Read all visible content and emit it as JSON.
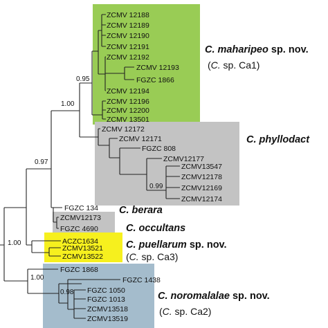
{
  "colors": {
    "green": "#99cc55",
    "gray": "#c3c3c3",
    "yellow": "#f6f01e",
    "blue": "#a4bccc"
  },
  "clades": {
    "maharipeo": {
      "name": "C. maharipeo",
      "suffix": " sp. nov.",
      "alt_prefix": "(",
      "alt_name": "C.",
      "alt_rest": " sp. Ca1)",
      "taxa": [
        "ZCMV 12188",
        "ZCMV 12189",
        "ZCMV 12190",
        "ZCMV 12191",
        "ZCMV 12192",
        "ZCMV 12193",
        "FGZC 1866",
        "ZCMV 12194",
        "ZCMV 12196",
        "ZCMV 12200",
        "ZCMV 13501"
      ]
    },
    "phyllodact": {
      "name": "C. phyllodact",
      "taxa": [
        "ZCMV 12172",
        "ZCMV 12171",
        "FGZC 808",
        "ZCMV12177",
        "ZCMV13547",
        "ZCMV12178",
        "ZCMV12169",
        "ZCMV12174"
      ]
    },
    "berara": {
      "name": "C. berara",
      "taxa": [
        "FGZC 134"
      ]
    },
    "occultans": {
      "name": "C. occultans",
      "taxa": [
        "ZCMV12173",
        "FGZC 4690"
      ]
    },
    "puellarum": {
      "name": "C. puellarum",
      "suffix": " sp. nov.",
      "alt_prefix": "(",
      "alt_name": "C.",
      "alt_rest": " sp. Ca3)",
      "taxa": [
        "ACZC1634",
        "ZCMV13521",
        "ZCMV13522"
      ]
    },
    "noromalalae": {
      "name": "C. noromalalae",
      "suffix": " sp. nov.",
      "alt_prefix": "(",
      "alt_name": "C.",
      "alt_rest": " sp. Ca2)",
      "taxa": [
        "FGZC 1868",
        "FGZC 1438",
        "FGZC 1050",
        "FGZC 1013",
        "ZCMV13518",
        "ZCMV13519"
      ]
    }
  },
  "supports": [
    "0.95",
    "1.00",
    "0.97",
    "0.99",
    "1.00",
    "1.00",
    "0.98"
  ]
}
